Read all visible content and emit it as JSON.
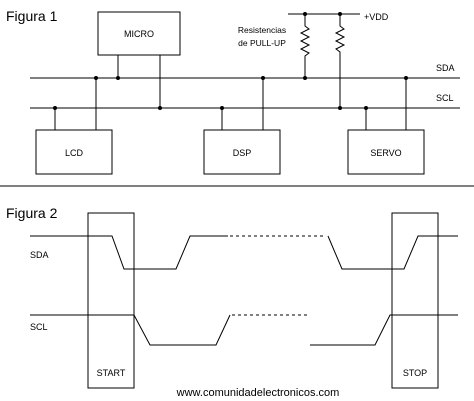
{
  "figure1": {
    "title": "Figura 1",
    "micro_label": "MICRO",
    "pullup_label_line1": "Resistencias",
    "pullup_label_line2": "de PULL-UP",
    "vdd_label": "+VDD",
    "sda_label": "SDA",
    "scl_label": "SCL",
    "lcd_label": "LCD",
    "dsp_label": "DSP",
    "servo_label": "SERVO"
  },
  "figure2": {
    "title": "Figura 2",
    "sda_label": "SDA",
    "scl_label": "SCL",
    "start_label": "START",
    "stop_label": "STOP"
  },
  "footer": {
    "website": "www.comunidadelectronicos.com"
  }
}
